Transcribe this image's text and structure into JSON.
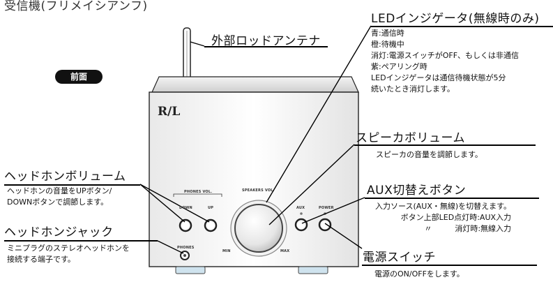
{
  "page_title": "受信機(フリメイシアンフ)",
  "front_badge": "前面",
  "device": {
    "logo": "R/L",
    "phones_vol_label": "PHONES VOL.",
    "down_label": "DOWN",
    "up_label": "UP",
    "speakers_vol_label": "SPEAKERS VOL.",
    "min_label": "MIN",
    "max_label": "MAX",
    "aux_label": "AUX",
    "power_label": "POWER",
    "phones_label": "PHONES"
  },
  "annotations": {
    "antenna": {
      "title": "外部ロッドアンテナ"
    },
    "led": {
      "title": "LEDインジゲータ(無線時のみ)",
      "lines": [
        "青:通信時",
        "橙:待機中",
        "消灯:電源スイッチがOFF、もしくは非通信",
        "紫:ペアリング時",
        "LEDインジゲータは通信待機状態が5分",
        "続いたとき消灯します。"
      ]
    },
    "speaker_volume": {
      "title": "スピーカボリューム",
      "desc": "スピーカの音量を調節します。"
    },
    "aux": {
      "title": "AUX切替えボタン",
      "lines": [
        "入力ソース(AUX・無線)を切替えます。",
        "ボタン上部LED点灯時:AUX入力",
        "〃　　　消灯時:無線入力"
      ]
    },
    "power": {
      "title": "電源スイッチ",
      "desc": "電源のON/OFFをします。"
    },
    "headphone_volume": {
      "title": "ヘッドホンボリューム",
      "lines": [
        "ヘッドホンの音量をUPボタン/",
        "DOWNボタンで調節します。"
      ]
    },
    "headphone_jack": {
      "title": "ヘッドホンジャック",
      "lines": [
        "ミニプラグのステレオヘッドホンを",
        "接続する端子です。"
      ]
    }
  }
}
